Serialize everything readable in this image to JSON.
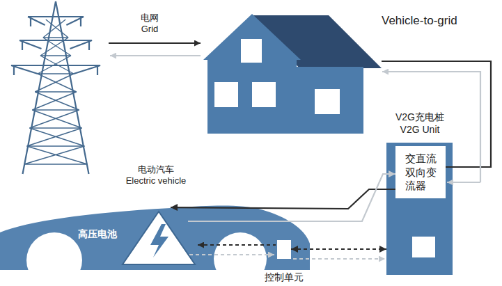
{
  "diagram": {
    "title": "Vehicle-to-grid",
    "nodes": [
      {
        "text": [
          "V2G充电桩 V2G Unit"
        ]
      },
      {
        "text": [
          "交直流双向变流器"
        ],
        "in": 0
      },
      {
        "text": [
          "电动汽车 Electric vehicle",
          "高压电池"
        ]
      },
      {
        "text": [
          "控制单元"
        ],
        "in": 2
      }
    ],
    "edges": [
      {
        "from": 1,
        "to": 2,
        "arrow": "to"
      },
      {
        "from": 2,
        "to": 1,
        "arrow": "to"
      },
      {
        "from": 3,
        "to": 0,
        "arrow": "both"
      }
    ],
    "labels": [
      "电网 Grid"
    ]
  }
}
